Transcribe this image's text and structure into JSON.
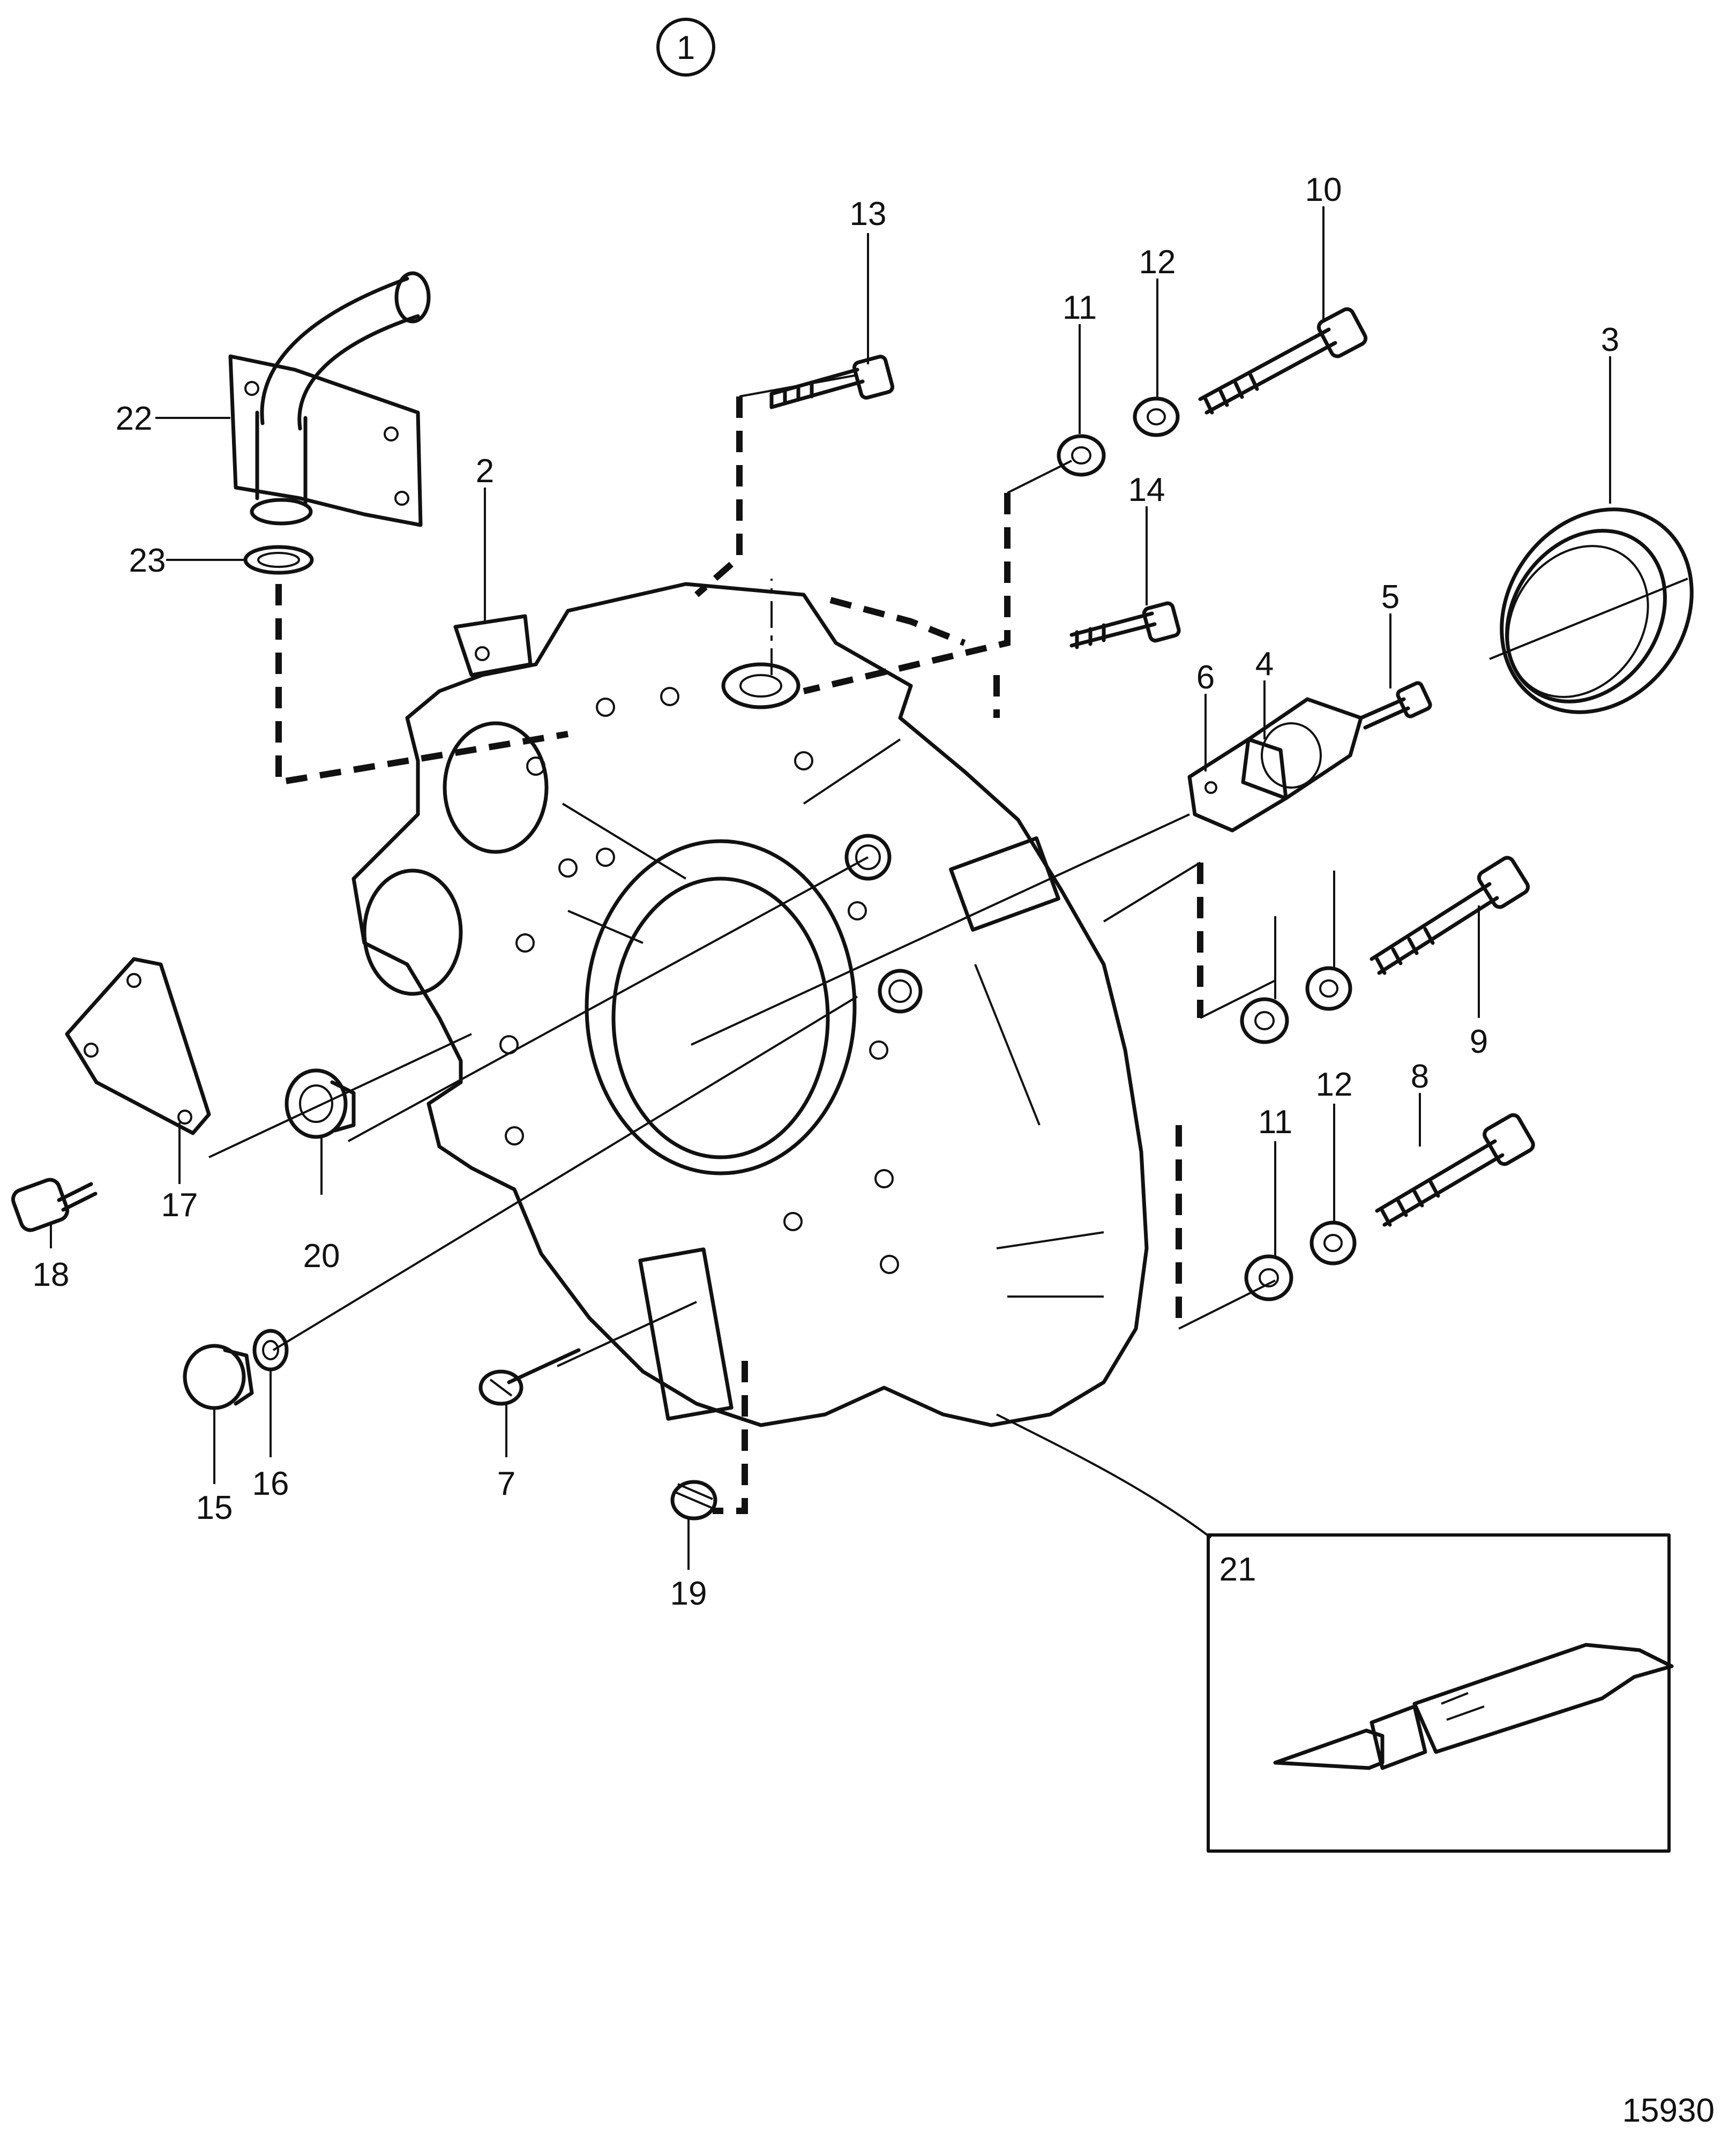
{
  "figure": {
    "section_number": "1",
    "drawing_number": "15930"
  },
  "callouts": [
    "2",
    "3",
    "4",
    "5",
    "6",
    "7",
    "8",
    "9",
    "10",
    "11",
    "12",
    "13",
    "14",
    "15",
    "16",
    "17",
    "18",
    "19",
    "20",
    "21",
    "22",
    "23"
  ]
}
